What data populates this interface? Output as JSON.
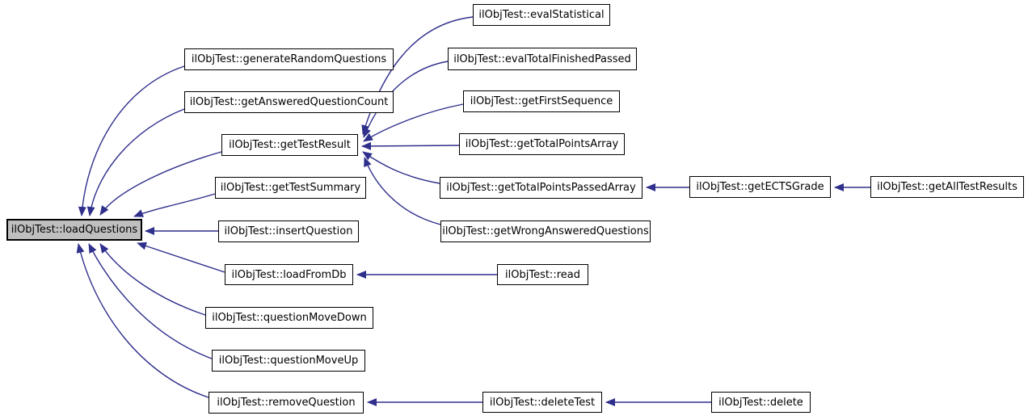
{
  "diagram": {
    "type": "call-graph",
    "colors": {
      "background": "#ffffff",
      "edge": "#2f2f8c",
      "node_fill": "#ffffff",
      "node_border": "#000000",
      "highlight_fill": "#bfbfbf",
      "text": "#000000"
    },
    "nodes": [
      {
        "id": "loadQuestions",
        "label": "ilObjTest::loadQuestions",
        "highlighted": true
      },
      {
        "id": "generateRandomQuestions",
        "label": "ilObjTest::generateRandomQuestions",
        "highlighted": false
      },
      {
        "id": "getAnsweredQuestionCount",
        "label": "ilObjTest::getAnsweredQuestionCount",
        "highlighted": false
      },
      {
        "id": "getTestResult",
        "label": "ilObjTest::getTestResult",
        "highlighted": false
      },
      {
        "id": "getTestSummary",
        "label": "ilObjTest::getTestSummary",
        "highlighted": false
      },
      {
        "id": "insertQuestion",
        "label": "ilObjTest::insertQuestion",
        "highlighted": false
      },
      {
        "id": "loadFromDb",
        "label": "ilObjTest::loadFromDb",
        "highlighted": false
      },
      {
        "id": "questionMoveDown",
        "label": "ilObjTest::questionMoveDown",
        "highlighted": false
      },
      {
        "id": "questionMoveUp",
        "label": "ilObjTest::questionMoveUp",
        "highlighted": false
      },
      {
        "id": "removeQuestion",
        "label": "ilObjTest::removeQuestion",
        "highlighted": false
      },
      {
        "id": "evalStatistical",
        "label": "ilObjTest::evalStatistical",
        "highlighted": false
      },
      {
        "id": "evalTotalFinishedPassed",
        "label": "ilObjTest::evalTotalFinishedPassed",
        "highlighted": false
      },
      {
        "id": "getFirstSequence",
        "label": "ilObjTest::getFirstSequence",
        "highlighted": false
      },
      {
        "id": "getTotalPointsArray",
        "label": "ilObjTest::getTotalPointsArray",
        "highlighted": false
      },
      {
        "id": "getTotalPointsPassedArray",
        "label": "ilObjTest::getTotalPointsPassedArray",
        "highlighted": false
      },
      {
        "id": "getWrongAnsweredQuestions",
        "label": "ilObjTest::getWrongAnsweredQuestions",
        "highlighted": false
      },
      {
        "id": "read",
        "label": "ilObjTest::read",
        "highlighted": false
      },
      {
        "id": "getECTSGrade",
        "label": "ilObjTest::getECTSGrade",
        "highlighted": false
      },
      {
        "id": "getAllTestResults",
        "label": "ilObjTest::getAllTestResults",
        "highlighted": false
      },
      {
        "id": "deleteTest",
        "label": "ilObjTest::deleteTest",
        "highlighted": false
      },
      {
        "id": "delete",
        "label": "ilObjTest::delete",
        "highlighted": false
      }
    ],
    "edges": [
      {
        "from": "generateRandomQuestions",
        "to": "loadQuestions"
      },
      {
        "from": "getAnsweredQuestionCount",
        "to": "loadQuestions"
      },
      {
        "from": "getTestResult",
        "to": "loadQuestions"
      },
      {
        "from": "getTestSummary",
        "to": "loadQuestions"
      },
      {
        "from": "insertQuestion",
        "to": "loadQuestions"
      },
      {
        "from": "loadFromDb",
        "to": "loadQuestions"
      },
      {
        "from": "questionMoveDown",
        "to": "loadQuestions"
      },
      {
        "from": "questionMoveUp",
        "to": "loadQuestions"
      },
      {
        "from": "removeQuestion",
        "to": "loadQuestions"
      },
      {
        "from": "evalStatistical",
        "to": "getTestResult"
      },
      {
        "from": "evalTotalFinishedPassed",
        "to": "getTestResult"
      },
      {
        "from": "getFirstSequence",
        "to": "getTestResult"
      },
      {
        "from": "getTotalPointsArray",
        "to": "getTestResult"
      },
      {
        "from": "getTotalPointsPassedArray",
        "to": "getTestResult"
      },
      {
        "from": "getWrongAnsweredQuestions",
        "to": "getTestResult"
      },
      {
        "from": "getECTSGrade",
        "to": "getTotalPointsPassedArray"
      },
      {
        "from": "getAllTestResults",
        "to": "getECTSGrade"
      },
      {
        "from": "read",
        "to": "loadFromDb"
      },
      {
        "from": "deleteTest",
        "to": "removeQuestion"
      },
      {
        "from": "delete",
        "to": "deleteTest"
      }
    ]
  }
}
